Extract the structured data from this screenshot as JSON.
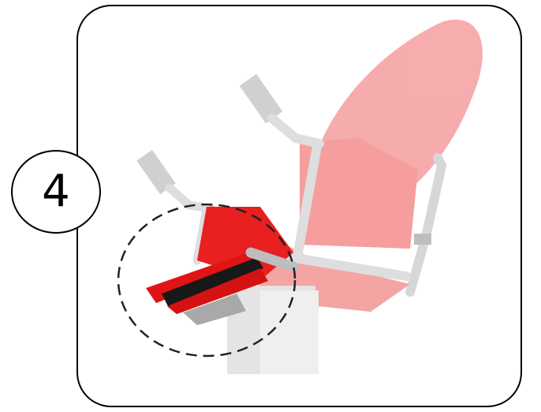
{
  "step": {
    "number": "4"
  },
  "colors": {
    "frame": "#000000",
    "seat_faded": "#f08080",
    "foot_rest": "#e01010",
    "frame_tube": "#c8c8c8",
    "highlight_ring": "#222222"
  },
  "illustration": {
    "subject": "chair-with-footrest",
    "highlighted_part": "foot-rest"
  }
}
